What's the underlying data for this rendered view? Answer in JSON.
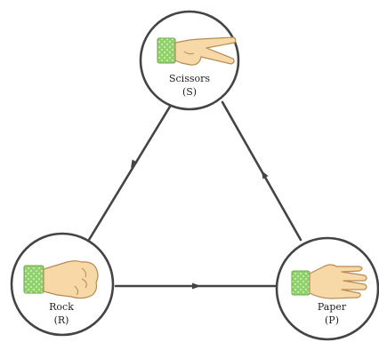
{
  "nodes": {
    "scissors": {
      "name": "Scissors",
      "abbr": "(S)",
      "icon": "scissors-hand-icon"
    },
    "rock": {
      "name": "Rock",
      "abbr": "(R)",
      "icon": "rock-fist-icon"
    },
    "paper": {
      "name": "Paper",
      "abbr": "(P)",
      "icon": "paper-hand-icon"
    }
  },
  "edges": [
    {
      "from": "rock",
      "to": "paper"
    },
    {
      "from": "paper",
      "to": "scissors"
    },
    {
      "from": "scissors",
      "to": "rock"
    }
  ],
  "colors": {
    "line": "#444444",
    "circle_stroke": "#444444",
    "skin": "#f6d9a6",
    "skin_outline": "#b98a52",
    "sleeve": "#8fd16a",
    "sleeve_dots": "#e9f7dc"
  }
}
